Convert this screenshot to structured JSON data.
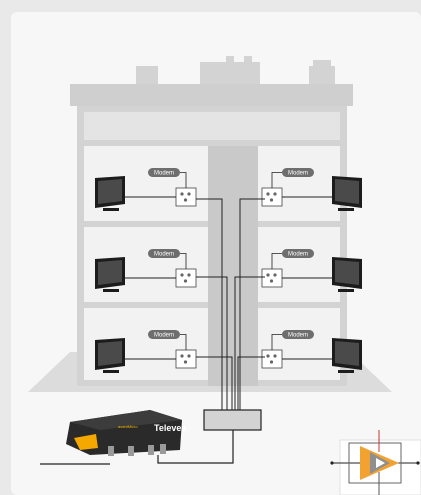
{
  "diagram": {
    "modem_label": "Modem",
    "brand": "Televes",
    "product_name": "avantMicro",
    "colors": {
      "house": "#d3d3d3",
      "room": "#f2f2f2",
      "cable": "#222222",
      "amp_body": "#2a2a2a",
      "amp_accent": "#f5a800",
      "amp_symbol": "#f2a230",
      "symbol_stroke": "#c0392b"
    },
    "floors": [
      "top",
      "middle",
      "bottom"
    ],
    "sides": [
      "left",
      "right"
    ]
  }
}
